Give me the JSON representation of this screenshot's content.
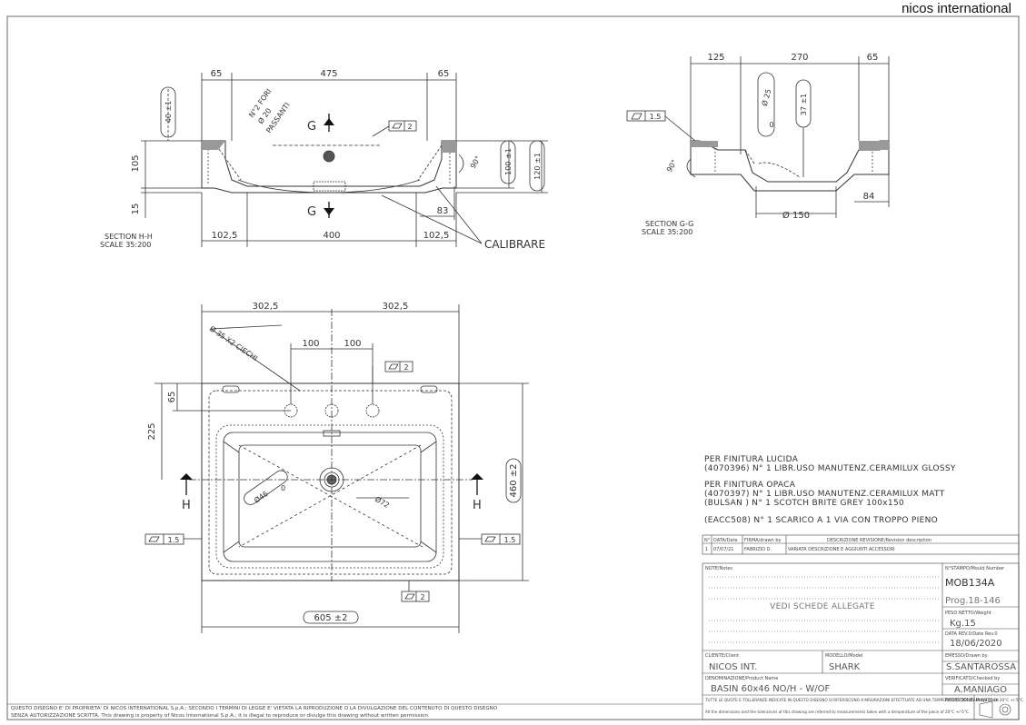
{
  "brand": "nicos international",
  "section_hh": {
    "label": "SECTION H-H",
    "scale": "SCALE 35:200",
    "dims": {
      "top": [
        "65",
        "475",
        "65"
      ],
      "bottom": [
        "102,5",
        "400",
        "102,5"
      ],
      "left_40": "40 ±1",
      "left_105": "105",
      "left_15": "15",
      "right_100": "100 ±1",
      "right_120": "120 ±1",
      "d83": "83",
      "angle": "90°"
    },
    "holes_note": [
      "N°2 FORI",
      "Ø 20",
      "PASSANTI"
    ],
    "cut_mark": "G",
    "flatness": "2",
    "calibrare": "CALIBRARE"
  },
  "section_gg": {
    "label": "SECTION G-G",
    "scale": "SCALE 35:200",
    "dims": {
      "top": [
        "125",
        "270",
        "65"
      ],
      "d25": "Ø 25",
      "d0": "0",
      "d37": "37 ±1",
      "d150": "Ø 150",
      "d84": "84",
      "angle": "90°"
    },
    "flatness": "1.5"
  },
  "plan": {
    "dims": {
      "top": [
        "302,5",
        "302,5"
      ],
      "holes": [
        "100",
        "100"
      ],
      "holes_note": "Ø 35 X2 CIECHI",
      "left_65": "65",
      "left_225": "225",
      "right_460": "460 ±2",
      "bottom_605": "605 ±2",
      "d46": "Ø46",
      "d46b": "0",
      "d72": "Ø72"
    },
    "cut_mark": "H",
    "flat_top": "2",
    "flat_left": "1.5",
    "flat_right": "1.5",
    "flat_bottom": "2"
  },
  "notes": [
    "PER FINITURA LUCIDA",
    "(4070396) N° 1 LIBR.USO MANUTENZ.CERAMILUX GLOSSY",
    "PER FINITURA OPACA",
    "(4070397) N° 1 LIBR.USO MANUTENZ.CERAMILUX MATT",
    "(BULSAN ) N° 1 SCOTCH BRITE GREY 100x150",
    "(EACC508) N° 1 SCARICO A 1 VIA CON TROPPO PIENO"
  ],
  "revision": {
    "headers": [
      "N°",
      "DATA/Date",
      "FIRMA/drawn by",
      "DESCRIZIONE REVISIONE/Revision description"
    ],
    "row": [
      "1",
      "07/07/21",
      "FABRIZIO D.",
      "VARIATA DESCRIZIONE E AGGIUNTI ACCESSORI"
    ]
  },
  "titleblock": {
    "notes_label": "NOTE/Notes",
    "notes_text": "VEDI SCHEDE ALLEGATE",
    "stamp_label": "N°STAMPO/Mould Number",
    "stamp_value": "MOB134A",
    "prog": "Prog.18-146",
    "weight_label": "PESO NETTO/Weight",
    "weight_value": "Kg.15",
    "date_label": "DATA REV.0/Date Rev.0",
    "date_value": "18/06/2020",
    "client_label": "CLIENTE/Client",
    "client_value": "NICOS INT.",
    "model_label": "MODELLO/Model",
    "model_value": "SHARK",
    "drawn_label": "EMESSO/Drawn by",
    "drawn_value": "S.SANTAROSSA",
    "product_label": "DENOMINAZIONE/Product Name",
    "product_value": "BASIN 60x46 NO/H - W/OF",
    "checked_label": "VERIFICATO/Checked by",
    "checked_value": "A.MANIAGO",
    "tolerance_it": "TUTTE LE QUOTE E TOLLERANZE INDICATE IN QUESTO DISEGNO SI RIFERISCONO A MISURAZIONI EFFETTUATE AD UNA TEMPERATURA DEL MANUFATTO DI 20°C +/-5°C.",
    "tolerance_en": "All the dimensions and the tolerances of this drawing are referred to measurements taken with a temperature of the piece of 20°C +/-5°C.",
    "projection_label": "PROIEZIONE/ Projection"
  },
  "copyright": [
    "QUESTO DISEGNO E' DI PROPRIETA' DI NICOS INTERNATIONAL S.p.A.; SECONDO I TERMINI DI LEGGE E' VIETATA LA RIPRODUZIONE O LA DIVULGAZIONE DEL CONTENUTO DI QUESTO DISEGNO",
    "SENZA AUTORIZZAZIONE SCRITTA. This drawing is property of Nicos International S.p.A.; it is illegal to reproduce or divulge this drawing without written permission."
  ]
}
